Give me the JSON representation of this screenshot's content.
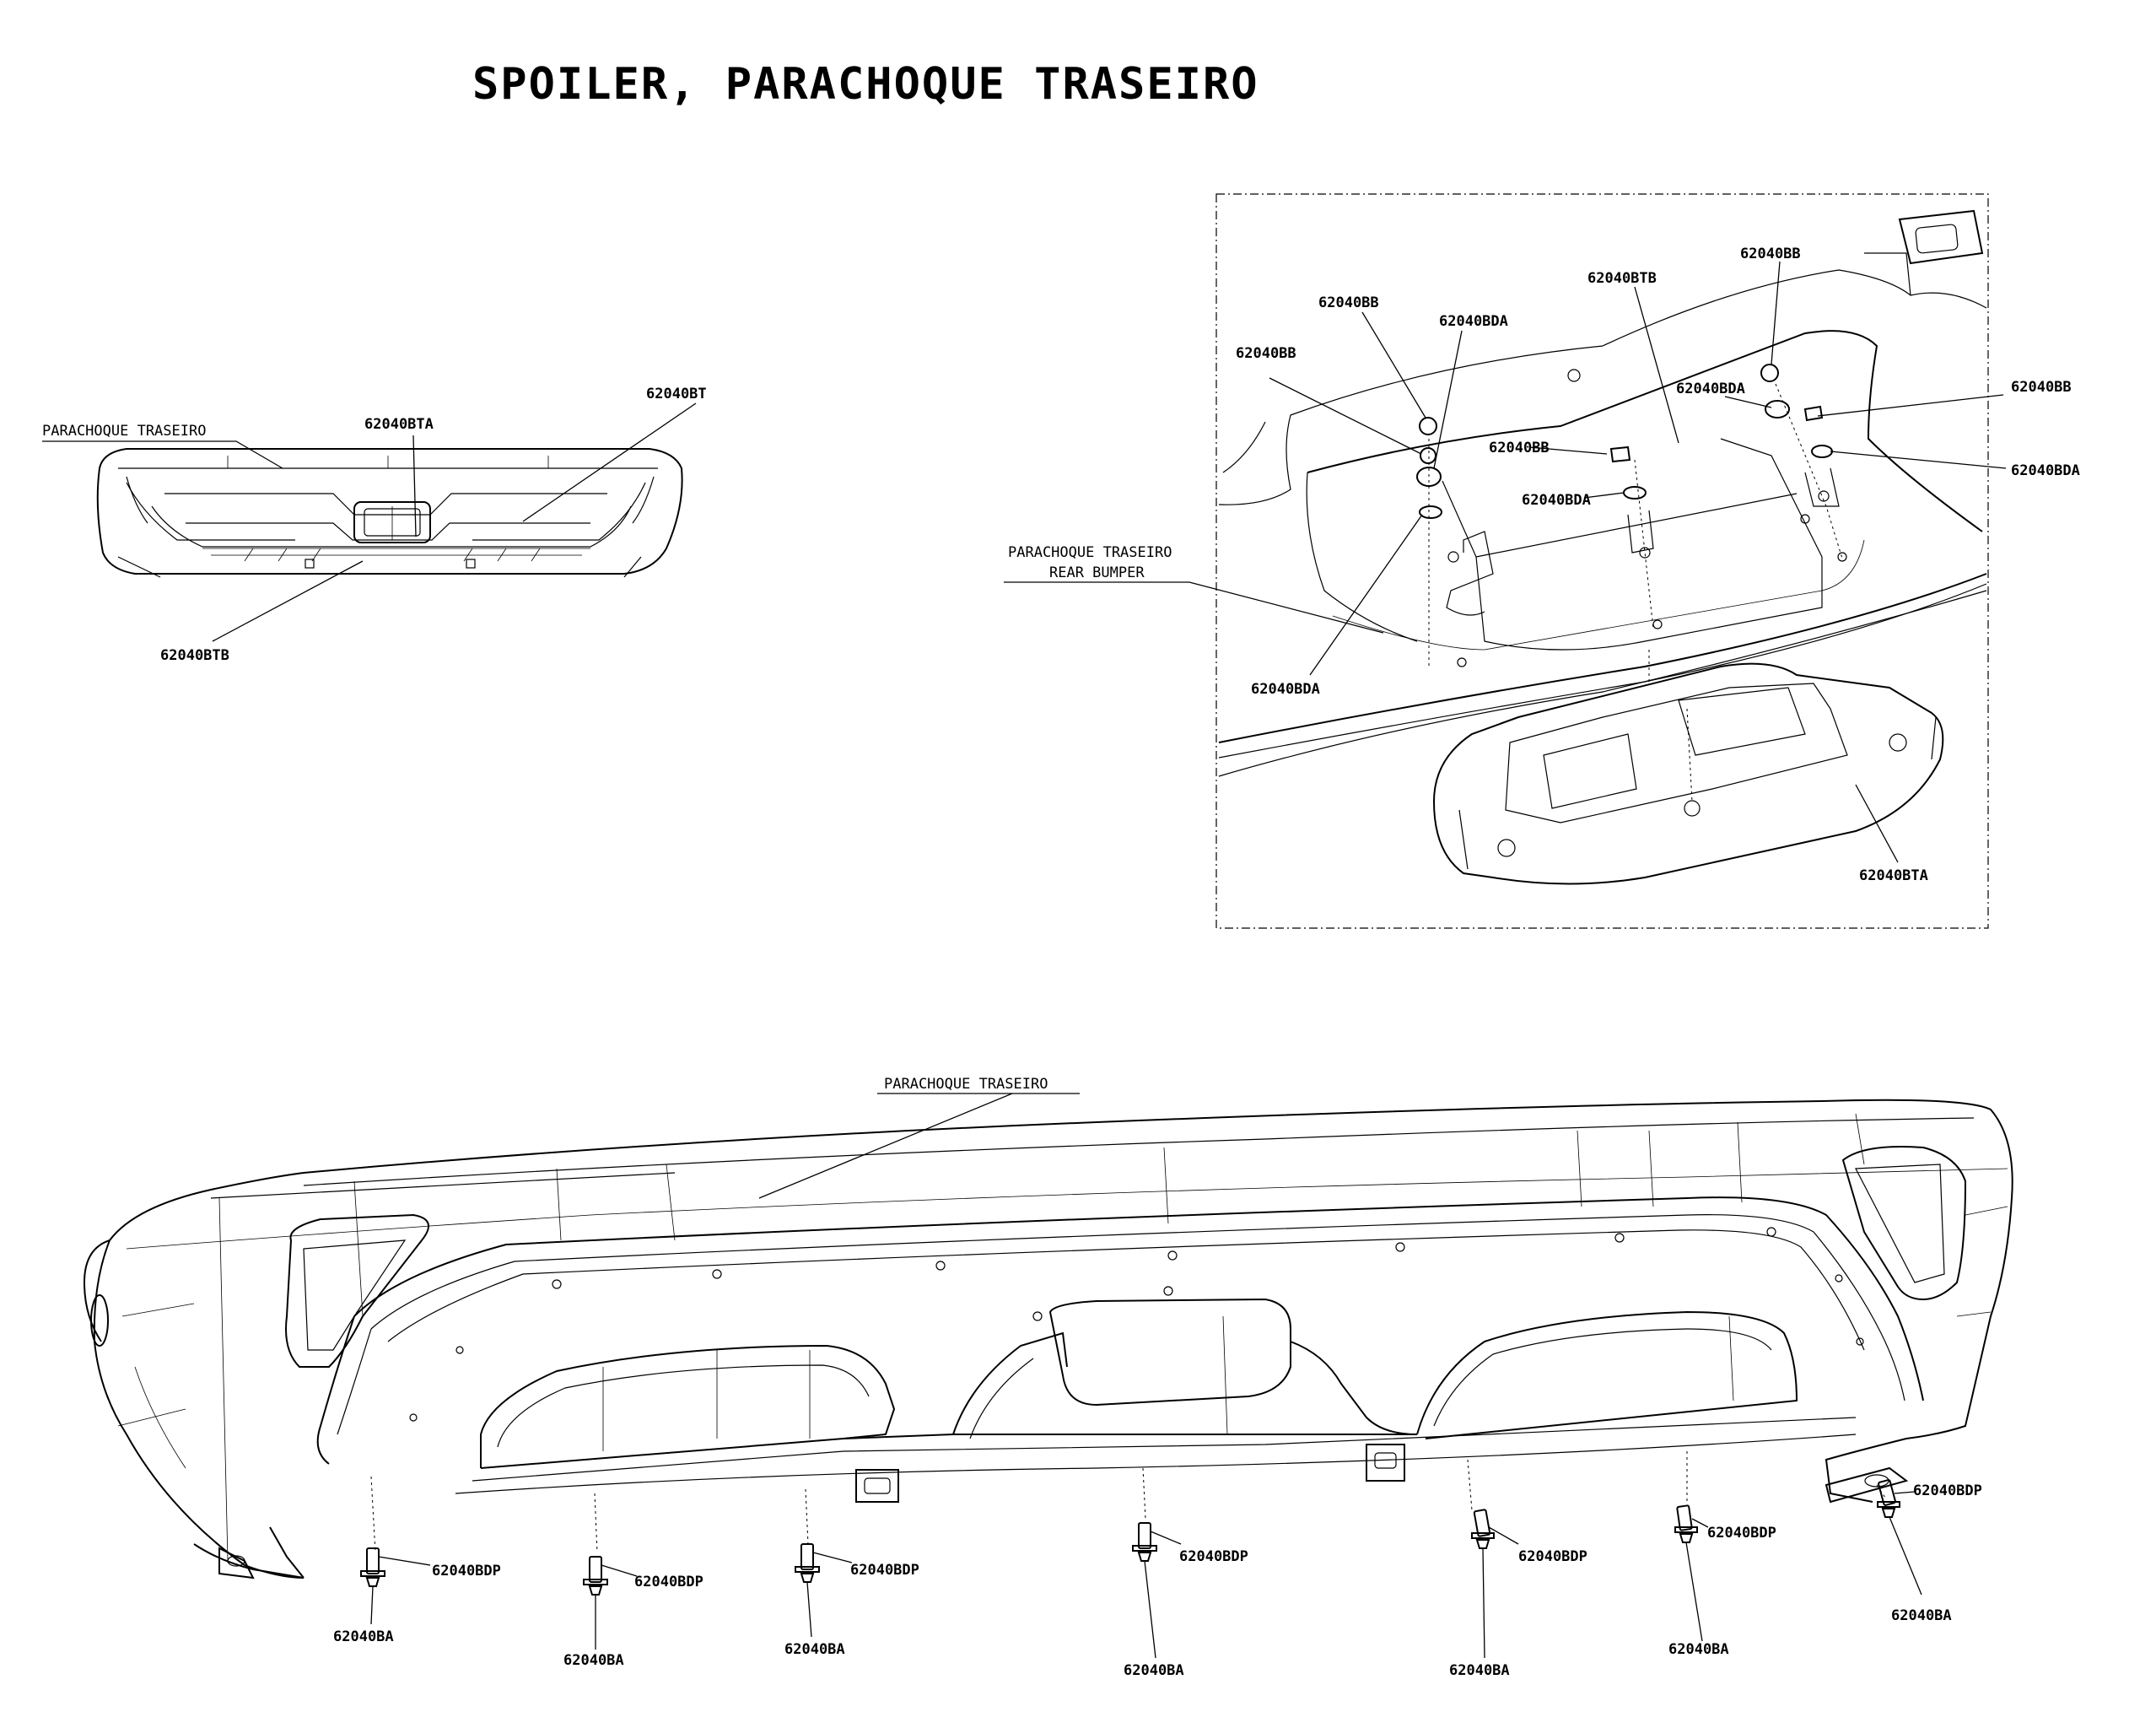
{
  "title": "SPOILER, PARACHOQUE TRASEIRO",
  "overview": {
    "bumper_label": "PARACHOQUE TRASEIRO",
    "label_bt": "62040BT",
    "label_bta": "62040BTA",
    "label_btb": "62040BTB"
  },
  "detail": {
    "labels": {
      "bb_top_right": "62040BB",
      "btb": "62040BTB",
      "bb_left_top": "62040BB",
      "bda_left_top": "62040BDA",
      "bb_left_mid": "62040BB",
      "bda_right_mid": "62040BDA",
      "bb_right": "62040BB",
      "bb_center": "62040BB",
      "bda_right_low": "62040BDA",
      "bda_center": "62040BDA",
      "bda_bottom_left": "62040BDA",
      "bta": "62040BTA"
    },
    "bumper_label_pt": "PARACHOQUE TRASEIRO",
    "bumper_label_en": "REAR BUMPER"
  },
  "main": {
    "bumper_label": "PARACHOQUE TRASEIRO",
    "fasteners": [
      {
        "bdp": "62040BDP",
        "ba": "62040BA"
      },
      {
        "bdp": "62040BDP",
        "ba": "62040BA"
      },
      {
        "bdp": "62040BDP",
        "ba": "62040BA"
      },
      {
        "bdp": "62040BDP",
        "ba": "62040BA"
      },
      {
        "bdp": "62040BDP",
        "ba": "62040BA"
      },
      {
        "bdp": "62040BDP",
        "ba": "62040BA"
      },
      {
        "bdp": "62040BDP",
        "ba": "62040BA"
      }
    ]
  }
}
